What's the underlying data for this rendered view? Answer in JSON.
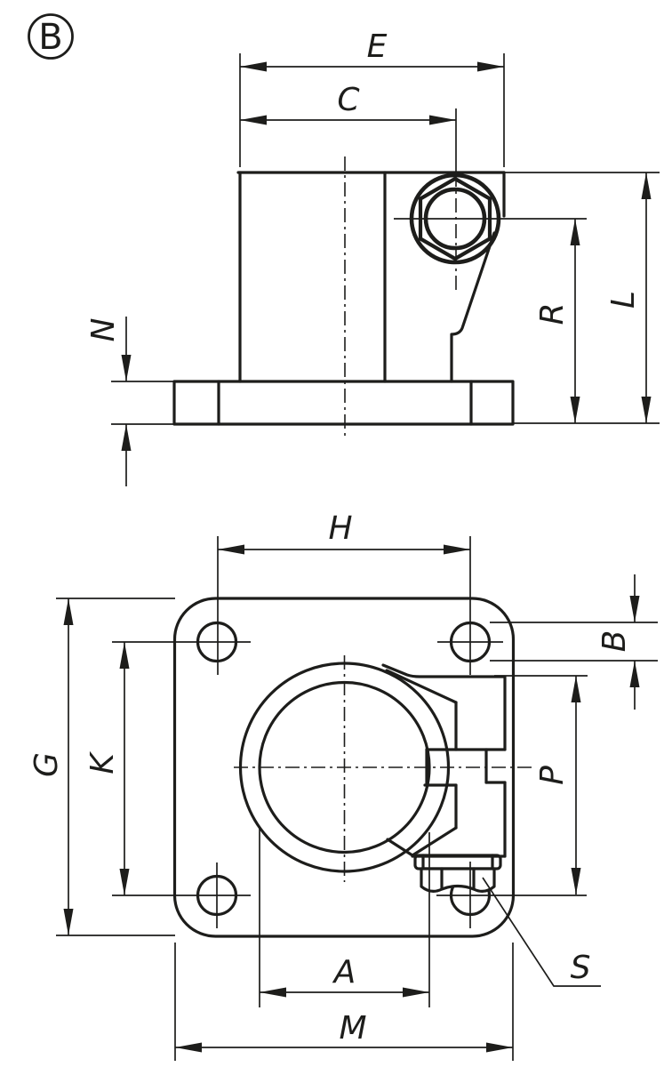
{
  "drawing": {
    "badge": {
      "label": "B"
    },
    "colors": {
      "ink": "#1d1d1b",
      "paper": "#ffffff"
    },
    "side_view": {
      "labels": {
        "E": "E",
        "C": "C",
        "N": "N",
        "R": "R",
        "L": "L"
      }
    },
    "plan_view": {
      "labels": {
        "H": "H",
        "B": "B",
        "G": "G",
        "K": "K",
        "P": "P",
        "A": "A",
        "M": "M",
        "S": "S"
      }
    }
  }
}
